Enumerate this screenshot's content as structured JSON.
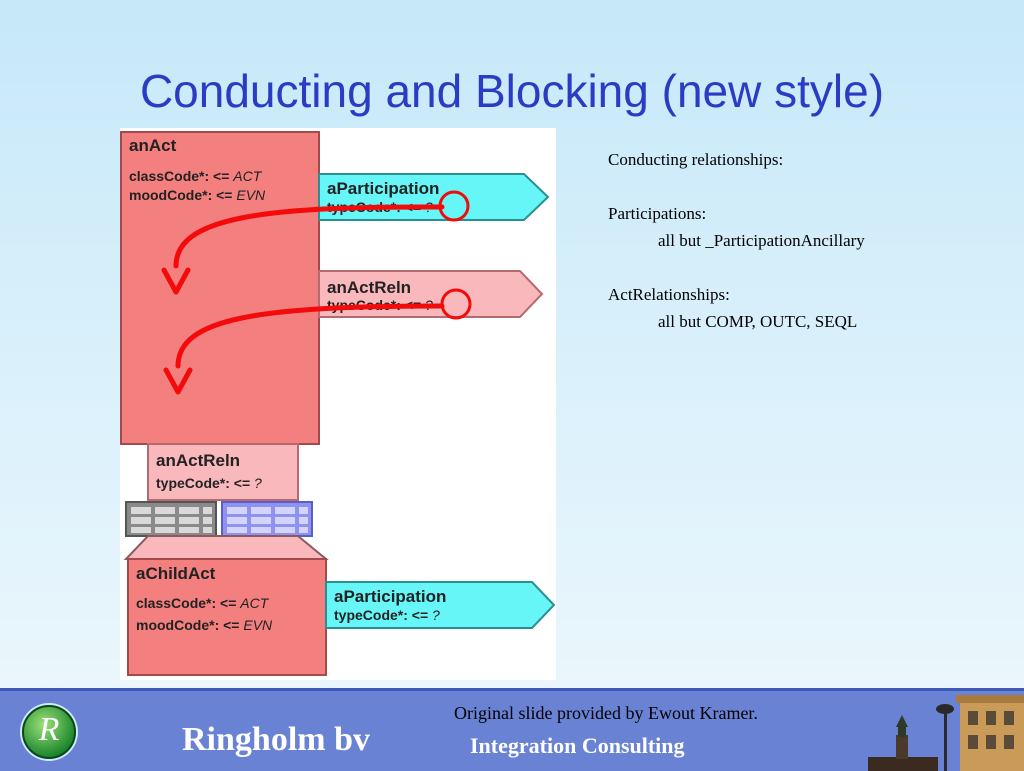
{
  "slide": {
    "title": "Conducting and Blocking (new style)"
  },
  "diagram": {
    "act": {
      "name": "anAct",
      "class_label": "classCode*",
      "class_value": "ACT",
      "mood_label": "moodCode*",
      "mood_value": "EVN"
    },
    "participation_top": {
      "name": "aParticipation",
      "type_label": "typeCode*",
      "type_value": "?"
    },
    "act_reln_top": {
      "name": "anActReln",
      "type_label": "typeCode*",
      "type_value": "?"
    },
    "act_reln_mid": {
      "name": "anActReln",
      "type_label": "typeCode*",
      "type_value": "?"
    },
    "child_act": {
      "name": "aChildAct",
      "class_label": "classCode*",
      "class_value": "ACT",
      "mood_label": "moodCode*",
      "mood_value": "EVN"
    },
    "participation_bottom": {
      "name": "aParticipation",
      "type_label": "typeCode*",
      "type_value": "?"
    },
    "op": ": <= ",
    "colors": {
      "act": "#f47f7f",
      "participation": "#66f6f8",
      "reln": "#f9b8bb",
      "arrow": "#f30a0a"
    }
  },
  "notes": {
    "heading": "Conducting relationships:",
    "participations_label": "Participations:",
    "participations_value": "all but _ParticipationAncillary",
    "actrel_label": "ActRelationships:",
    "actrel_value": "all but COMP, OUTC, SEQL"
  },
  "footer": {
    "credit": "Original slide provided by Ewout Kramer.",
    "brand": "Ringholm bv",
    "tagline": "Integration Consulting",
    "logo_letter": "R"
  }
}
